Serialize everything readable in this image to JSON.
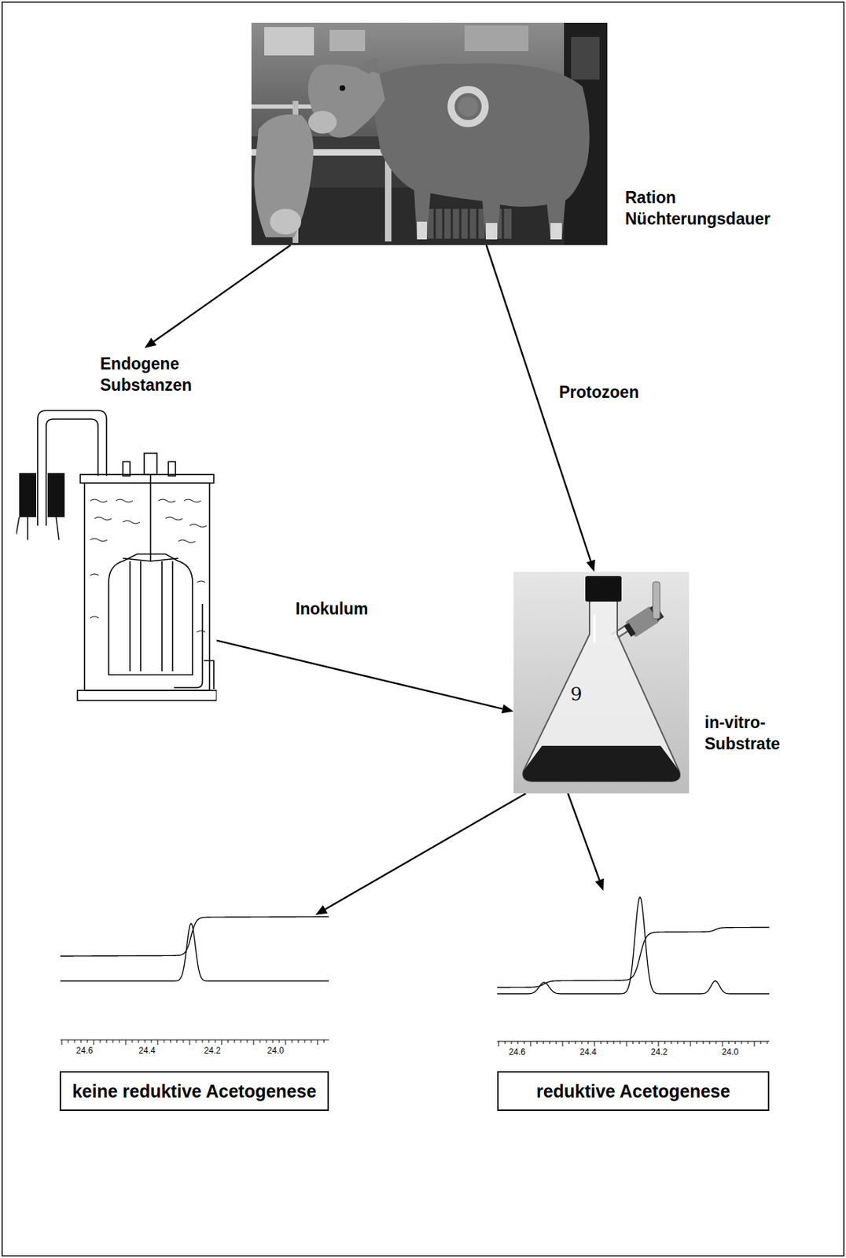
{
  "diagram": {
    "nodes": [
      {
        "text": [
          "Ration Nüchterungsdauer"
        ]
      },
      {
        "text": [
          "Endogene Substanzen"
        ]
      },
      {
        "text": [
          "in-vitro-Substrate"
        ]
      },
      {
        "text": [
          "24.6",
          "24.4",
          "24.2",
          "24.0"
        ]
      },
      {
        "text": [
          "24.6",
          "24.4",
          "24.2",
          "24.0"
        ]
      },
      {
        "text": [
          "keine reduktive Acetogenese"
        ]
      },
      {
        "text": [
          "reduktive Acetogenese"
        ]
      }
    ],
    "edges": [
      {
        "from": 0,
        "to": 1,
        "arrow": "to"
      },
      {
        "from": 0,
        "to": 2,
        "label": "Protozoen",
        "arrow": "to"
      },
      {
        "from": 1,
        "to": 2,
        "label": "Inokulum",
        "arrow": "to"
      },
      {
        "from": 2,
        "to": 3,
        "arrow": "to"
      },
      {
        "from": 2,
        "to": 4,
        "arrow": "to"
      }
    ],
    "labels": [
      "9"
    ]
  }
}
